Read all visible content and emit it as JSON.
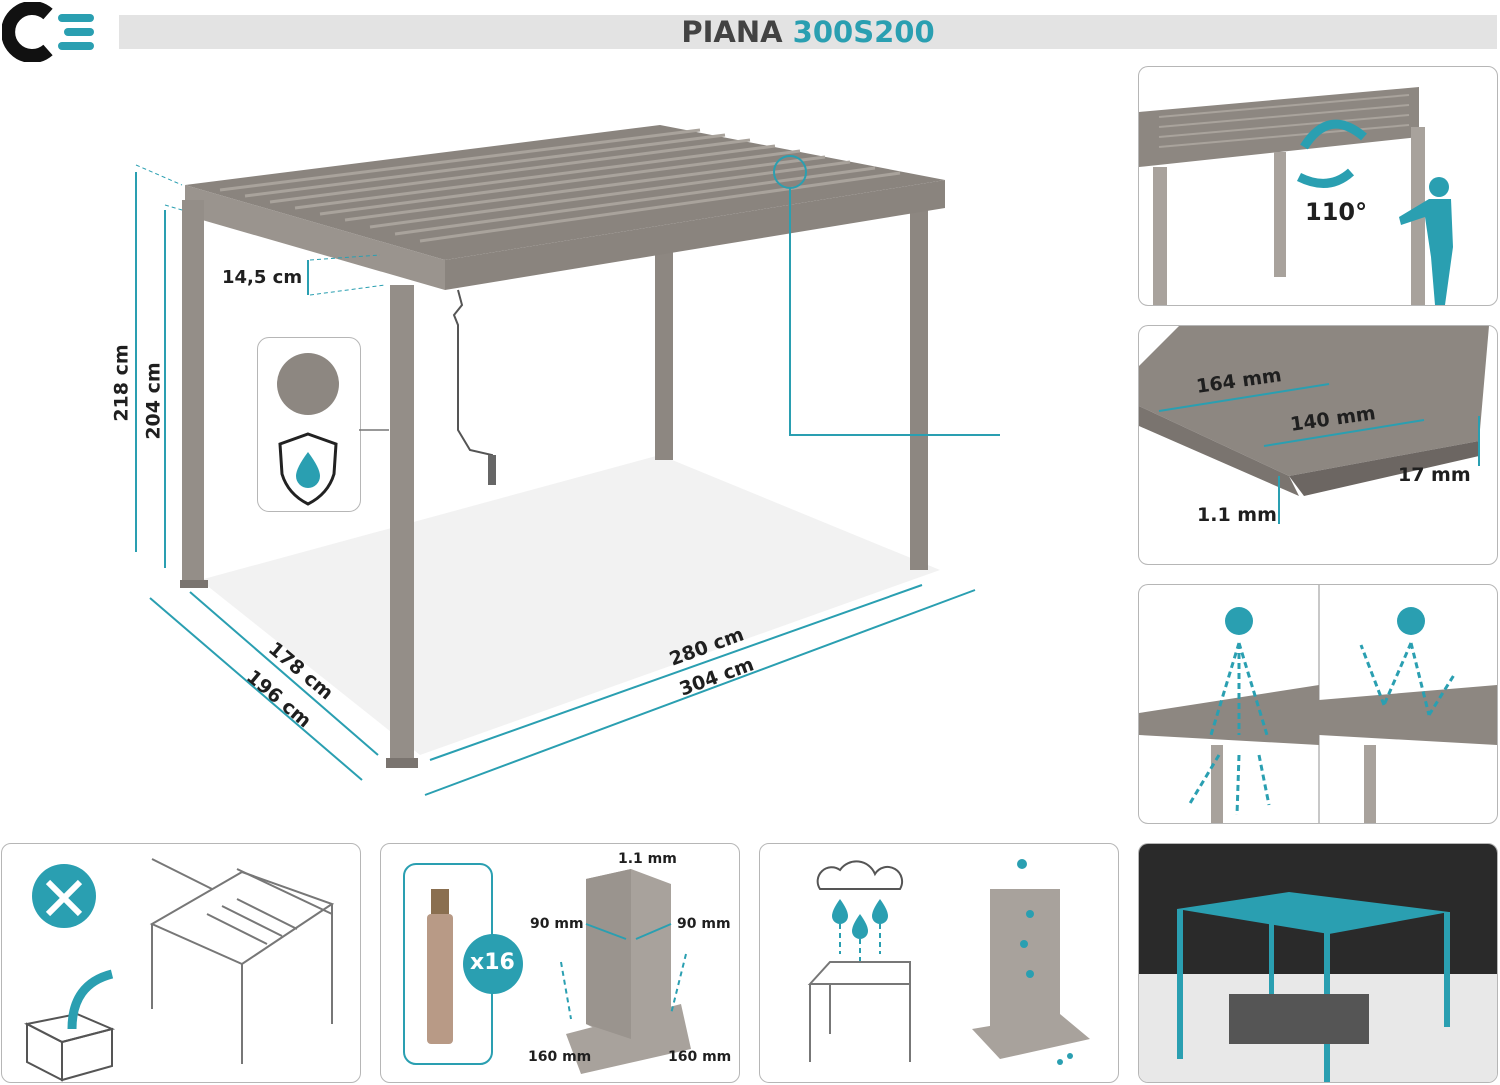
{
  "header": {
    "product_name": "PIANA",
    "model_code": "300S200"
  },
  "colors": {
    "accent": "#2a9fb1",
    "frame": "#8d8781",
    "header_bar": "#e3e3e3",
    "logo": "#111111"
  },
  "main_drawing": {
    "height_total": "218 cm",
    "height_clear": "204 cm",
    "beam_height": "14,5 cm",
    "depth_inner": "178 cm",
    "depth_outer": "196 cm",
    "width_inner": "280 cm",
    "width_outer": "304 cm"
  },
  "rotation_panel": {
    "angle": "110°"
  },
  "slat_panel": {
    "width_outer": "164 mm",
    "width_inner": "140 mm",
    "height": "17 mm",
    "thickness": "1.1 mm"
  },
  "post_panel": {
    "thickness": "1.1 mm",
    "side_a": "90 mm",
    "side_b": "90 mm",
    "base_a": "160 mm",
    "base_b": "160 mm"
  },
  "anchor_panel": {
    "count": "x16"
  },
  "icons": [
    "logo-icon",
    "color-swatch-icon",
    "water-shield-icon",
    "tools-icon",
    "box-icon",
    "sun-icon",
    "cloud-icon",
    "raindrop-icon",
    "person-icon",
    "rotation-arrow-icon"
  ]
}
